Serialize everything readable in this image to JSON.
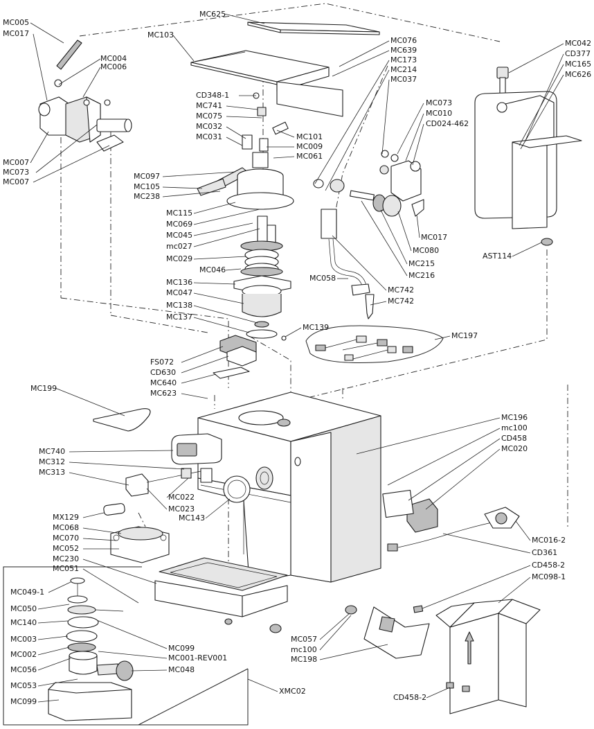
{
  "labels": {
    "MC005": "MC005",
    "MC017_top": "MC017",
    "MC004": "MC004",
    "MC006": "MC006",
    "MC007_a": "MC007",
    "MC073_left": "MC073",
    "MC007_b": "MC007",
    "MC625": "MC625",
    "MC103": "MC103",
    "MC076": "MC076",
    "MC639": "MC639",
    "MC173": "MC173",
    "MC214": "MC214",
    "MC037": "MC037",
    "MC042": "MC042",
    "CD377": "CD377",
    "MC165": "MC165",
    "MC626": "MC626",
    "CD348_1": "CD348-1",
    "MC741": "MC741",
    "MC075": "MC075",
    "MC032": "MC032",
    "MC031": "MC031",
    "MC101": "MC101",
    "MC009": "MC009",
    "MC061": "MC061",
    "MC073_right": "MC073",
    "MC010": "MC010",
    "CD024_462": "CD024-462",
    "MC097": "MC097",
    "MC105": "MC105",
    "MC238": "MC238",
    "MC115": "MC115",
    "MC069": "MC069",
    "MC045": "MC045",
    "mc027": "mc027",
    "MC029": "MC029",
    "MC046": "MC046",
    "MC136": "MC136",
    "MC047": "MC047",
    "MC138": "MC138",
    "MC137": "MC137",
    "MC139": "MC139",
    "MC017_right": "MC017",
    "MC080": "MC080",
    "MC215": "MC215",
    "MC216": "MC216",
    "MC058": "MC058",
    "MC742_a": "MC742",
    "MC742_b": "MC742",
    "AST114": "AST114",
    "MC197": "MC197",
    "FS072": "FS072",
    "CD630": "CD630",
    "MC640": "MC640",
    "MC623": "MC623",
    "MC199": "MC199",
    "MC196": "MC196",
    "mc100_a": "mc100",
    "CD458": "CD458",
    "MC020": "MC020",
    "MC740": "MC740",
    "MC312": "MC312",
    "MC313": "MC313",
    "MC022": "MC022",
    "MC023": "MC023",
    "MC143": "MC143",
    "MX129": "MX129",
    "MC068": "MC068",
    "MC070": "MC070",
    "MC052": "MC052",
    "MC230": "MC230",
    "MC051": "MC051",
    "MC016_2": "MC016-2",
    "CD361": "CD361",
    "CD458_2_a": "CD458-2",
    "MC098_1": "MC098-1",
    "MC049_1": "MC049-1",
    "MC050": "MC050",
    "MC140": "MC140",
    "MC003": "MC003",
    "MC002": "MC002",
    "MC056": "MC056",
    "MC053": "MC053",
    "MC099_b": "MC099",
    "MC099_a": "MC099",
    "MC001_REV001": "MC001-REV001",
    "MC048": "MC048",
    "MC057": "MC057",
    "mc100_b": "mc100",
    "MC198": "MC198",
    "XMC02": "XMC02",
    "CD458_2_b": "CD458-2"
  }
}
